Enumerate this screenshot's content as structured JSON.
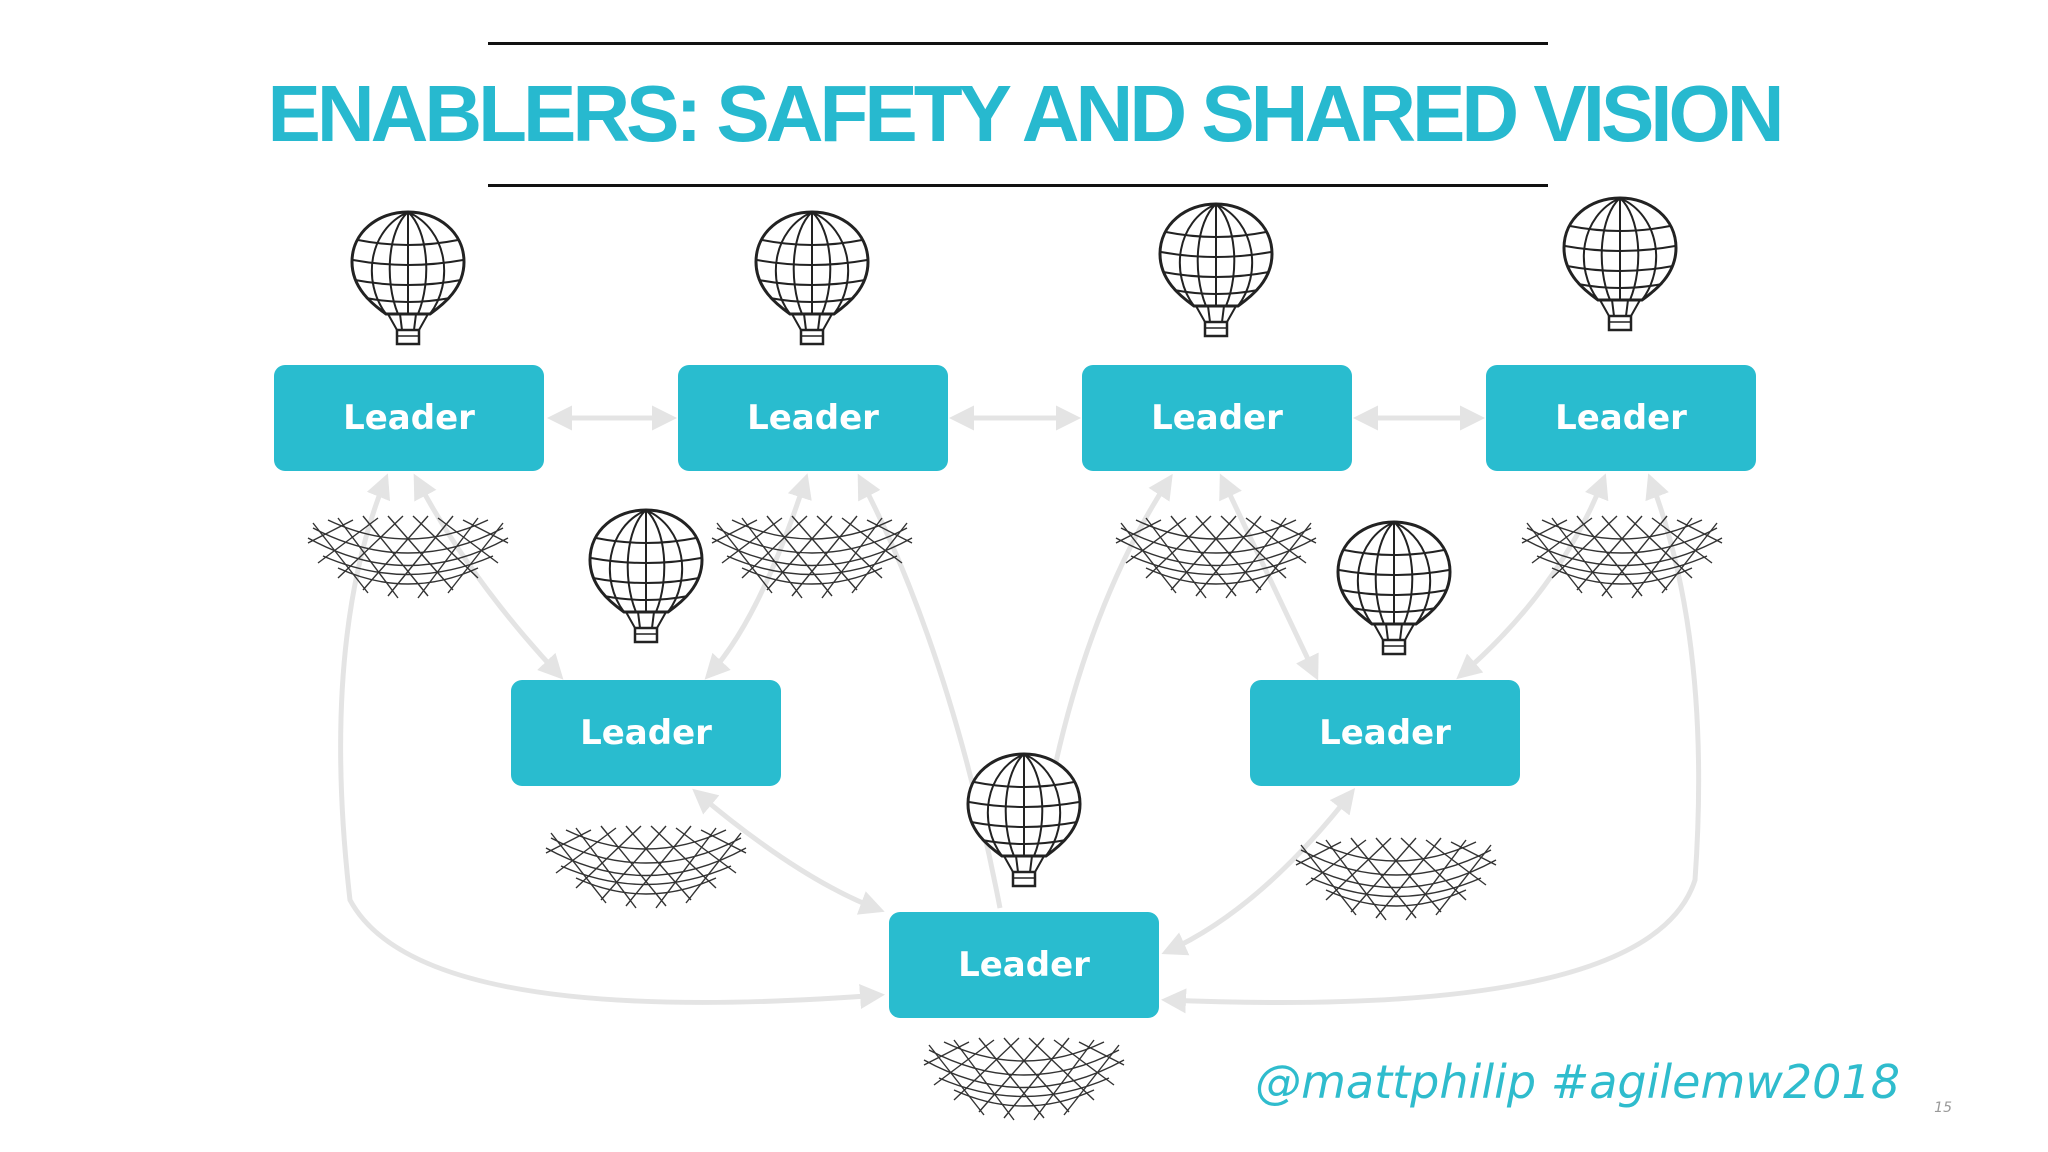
{
  "title": "ENABLERS: SAFETY AND SHARED VISION",
  "leaders": [
    {
      "label": "Leader"
    },
    {
      "label": "Leader"
    },
    {
      "label": "Leader"
    },
    {
      "label": "Leader"
    },
    {
      "label": "Leader"
    },
    {
      "label": "Leader"
    },
    {
      "label": "Leader"
    }
  ],
  "footer": {
    "handle": "@mattphilip #agilemw2018",
    "page_number": "15"
  },
  "colors": {
    "accent": "#29bccf",
    "title": "#27b9cf",
    "arrow": "#e4e4e4",
    "sketch": "#222222"
  },
  "icons": [
    "hot-air-balloon-icon",
    "safety-net-icon"
  ]
}
